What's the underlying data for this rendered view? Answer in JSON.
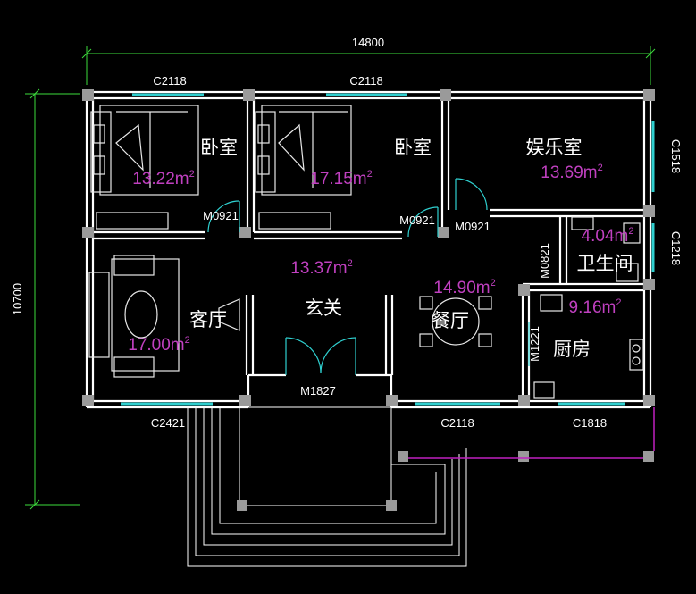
{
  "dimensions": {
    "total_width": "14800",
    "total_depth": "10700"
  },
  "rooms": [
    {
      "id": "bedroom-1",
      "name": "卧室",
      "area": "13.22",
      "unit": "m",
      "exp": "2"
    },
    {
      "id": "bedroom-2",
      "name": "卧室",
      "area": "17.15",
      "unit": "m",
      "exp": "2"
    },
    {
      "id": "entertainment",
      "name": "娱乐室",
      "area": "13.69",
      "unit": "m",
      "exp": "2"
    },
    {
      "id": "bathroom",
      "name": "卫生间",
      "area": "4.04",
      "unit": "m",
      "exp": "2"
    },
    {
      "id": "living",
      "name": "客厅",
      "area": "17.00",
      "unit": "m",
      "exp": "2"
    },
    {
      "id": "foyer",
      "name": "玄关",
      "area": "13.37",
      "unit": "m",
      "exp": "2"
    },
    {
      "id": "dining",
      "name": "餐厅",
      "area": "14.90",
      "unit": "m",
      "exp": "2"
    },
    {
      "id": "kitchen",
      "name": "厨房",
      "area": "9.16",
      "unit": "m",
      "exp": "2"
    }
  ],
  "windows": {
    "top_left": "C2118",
    "top_mid": "C2118",
    "right_upper": "C1518",
    "right_lower": "C1218",
    "bottom_left": "C2421",
    "bottom_mid": "C2118",
    "bottom_right": "C1818"
  },
  "doors": {
    "bedroom1": "M0921",
    "bedroom2": "M0921",
    "entertainment": "M0921",
    "bathroom": "M0821",
    "kitchen": "M1221",
    "entrance": "M1827"
  },
  "colors": {
    "background": "#000000",
    "walls": "#ffffff",
    "windows": "#2fd0d0",
    "area_text": "#c040c0",
    "dimension_lines": "#3ddc3d",
    "columns": "#9a9a9a"
  }
}
